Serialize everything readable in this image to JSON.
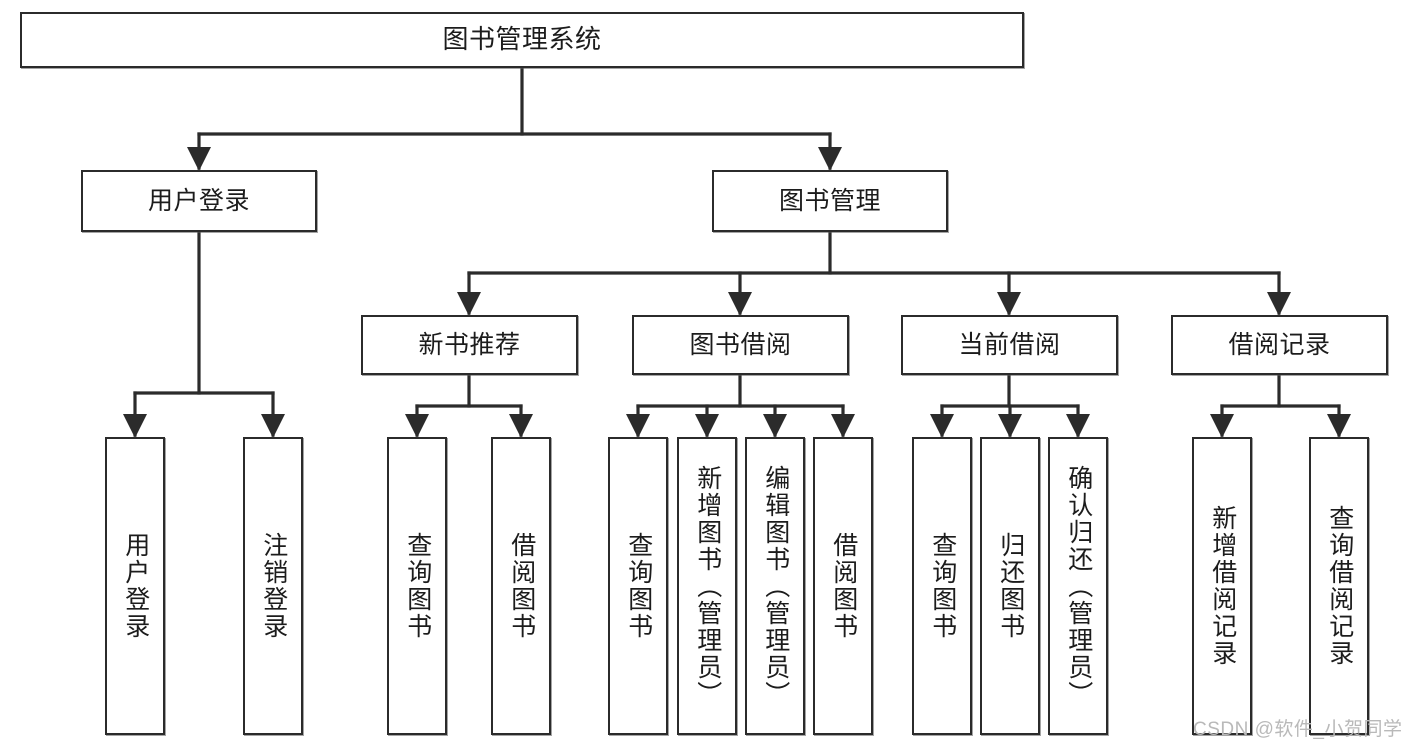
{
  "diagram": {
    "title_node": {
      "id": "root",
      "label": "图书管理系统"
    },
    "level2": [
      {
        "id": "user-login",
        "label": "用户登录"
      },
      {
        "id": "book-management",
        "label": "图书管理"
      }
    ],
    "level3": [
      {
        "id": "new-book-recommend",
        "label": "新书推荐"
      },
      {
        "id": "book-borrow",
        "label": "图书借阅"
      },
      {
        "id": "current-borrow",
        "label": "当前借阅"
      },
      {
        "id": "borrow-record",
        "label": "借阅记录"
      }
    ],
    "leaves": [
      {
        "id": "leaf-user-login",
        "label": "用户登录",
        "parent": "user-login"
      },
      {
        "id": "leaf-logout-login",
        "label": "注销登录",
        "parent": "user-login"
      },
      {
        "id": "leaf-query-book-1",
        "label": "查询图书",
        "parent": "new-book-recommend"
      },
      {
        "id": "leaf-borrow-book-1",
        "label": "借阅图书",
        "parent": "new-book-recommend"
      },
      {
        "id": "leaf-query-book-2",
        "label": "查询图书",
        "parent": "book-borrow"
      },
      {
        "id": "leaf-add-book",
        "label": "新增图书（管理员）",
        "parent": "book-borrow"
      },
      {
        "id": "leaf-edit-book",
        "label": "编辑图书（管理员）",
        "parent": "book-borrow"
      },
      {
        "id": "leaf-borrow-book-2",
        "label": "借阅图书",
        "parent": "book-borrow"
      },
      {
        "id": "leaf-query-book-3",
        "label": "查询图书",
        "parent": "current-borrow"
      },
      {
        "id": "leaf-return-book",
        "label": "归还图书",
        "parent": "current-borrow"
      },
      {
        "id": "leaf-confirm-return",
        "label": "确认归还（管理员）",
        "parent": "current-borrow"
      },
      {
        "id": "leaf-add-borrow-record",
        "label": "新增借阅记录",
        "parent": "borrow-record"
      },
      {
        "id": "leaf-query-borrow-record",
        "label": "查询借阅记录",
        "parent": "borrow-record"
      }
    ],
    "watermark": "CSDN @软件_小贺同学",
    "colors": {
      "stroke": "#2b2b2b",
      "box_fill": "#ffffff",
      "text": "#1c1c1c",
      "watermark": "#b9b9b9",
      "background": "#ffffff"
    }
  }
}
